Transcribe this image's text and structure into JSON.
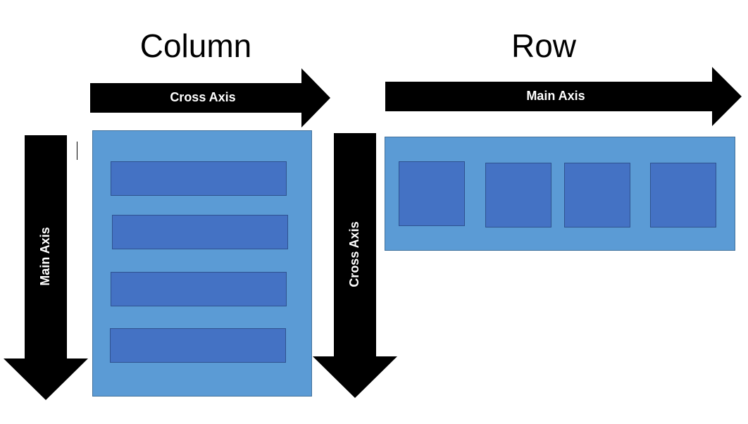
{
  "titles": {
    "column": "Column",
    "row": "Row"
  },
  "column_section": {
    "horizontal_arrow_label": "Cross Axis",
    "vertical_left_arrow_label": "Main Axis",
    "vertical_right_arrow_label": "Cross Axis"
  },
  "row_section": {
    "horizontal_arrow_label": "Main Axis"
  },
  "colors": {
    "arrow": "#000000",
    "container_fill": "#5b9bd5",
    "item_fill": "#4472c4",
    "item_border": "#2f528f"
  }
}
